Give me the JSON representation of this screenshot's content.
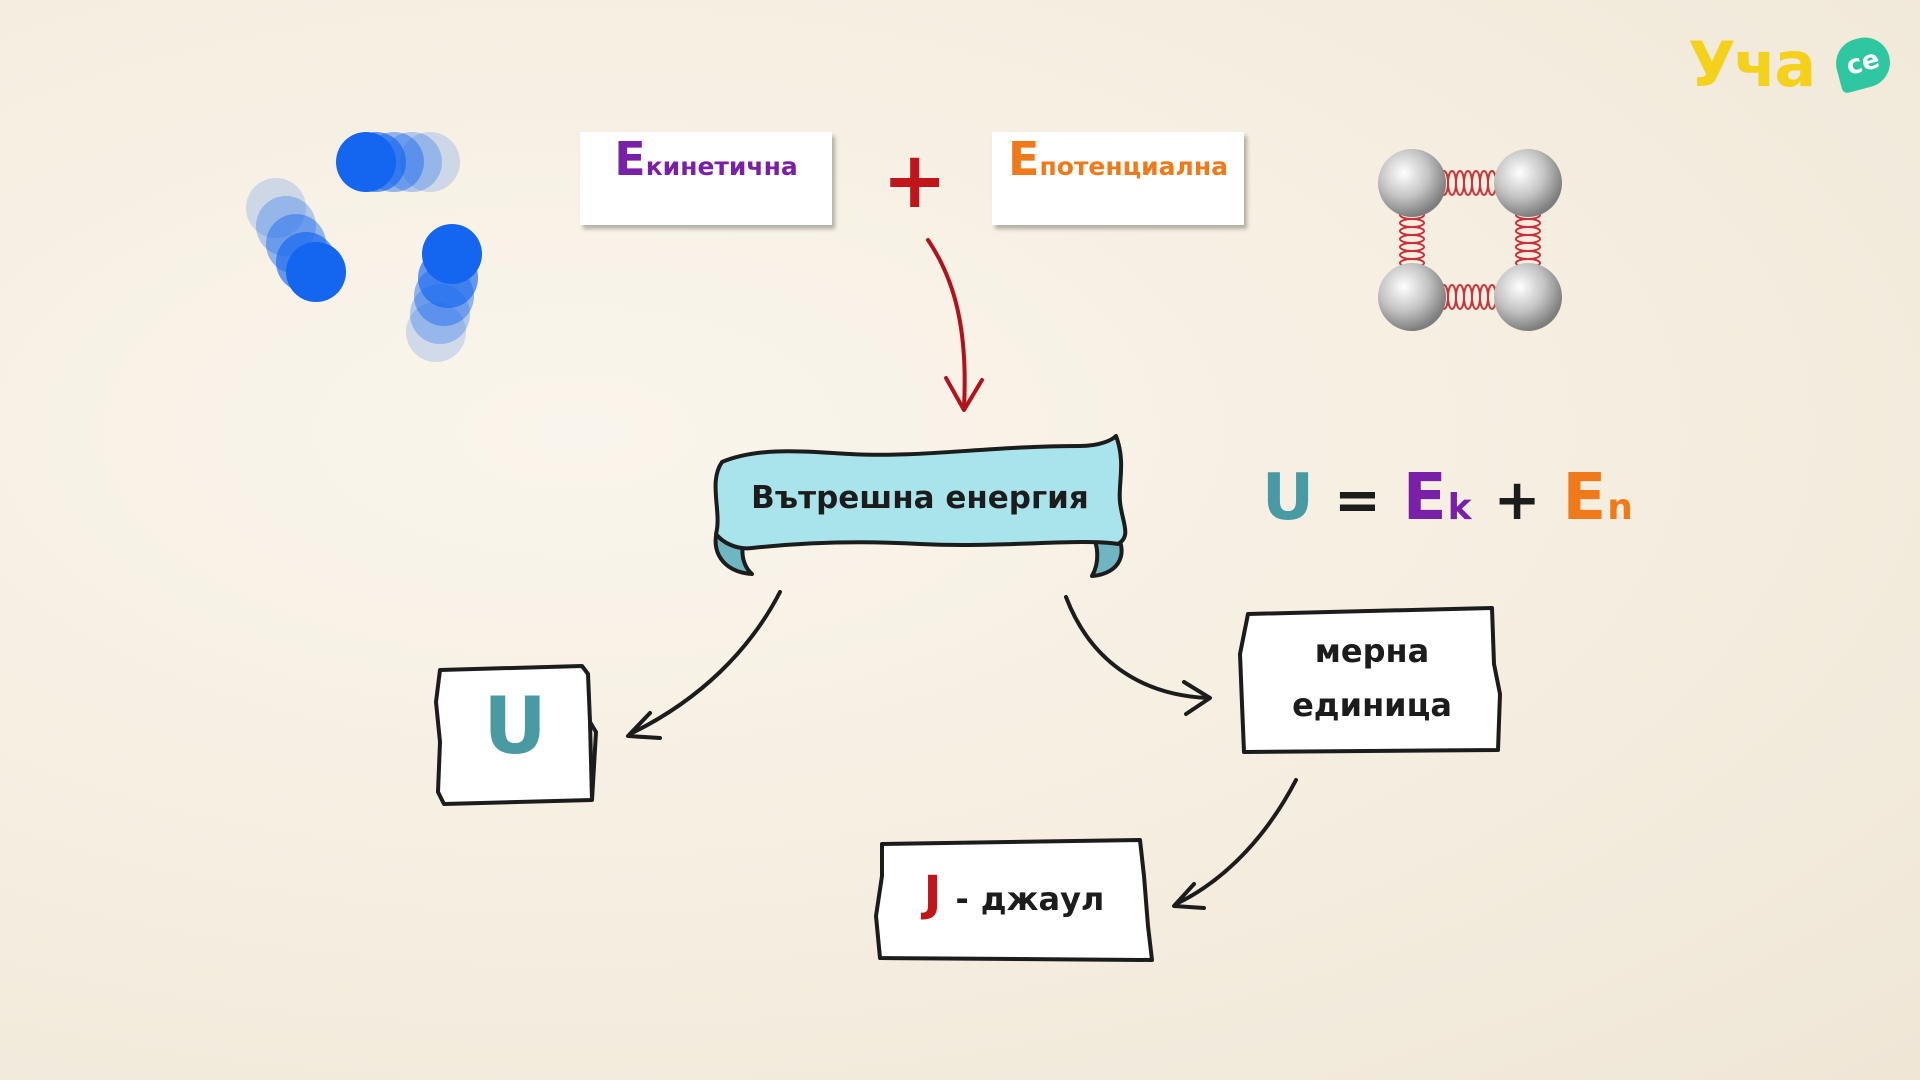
{
  "logo": {
    "text": "Уча",
    "badge": "се"
  },
  "top_cards": {
    "kinetic": {
      "letter": "E",
      "subscript": "кинетична",
      "color": "#7a1fa8"
    },
    "plus": "+",
    "potential": {
      "letter": "E",
      "subscript": "потенциална",
      "color": "#f07a1a"
    }
  },
  "banner": {
    "label": "Вътрешна енергия",
    "fill": "#a9e4ec"
  },
  "formula": {
    "U": "U",
    "eq": "=",
    "Ek": "E",
    "k": "k",
    "plus": "+",
    "En": "E",
    "n": "n",
    "colors": {
      "U": "#4a9aa4",
      "Ek": "#7a1fa8",
      "En": "#f07a1a"
    }
  },
  "symbol_card": {
    "text": "U",
    "color": "#4a9aa4"
  },
  "unit_card": {
    "line1": "мерна",
    "line2": "единица"
  },
  "joule_card": {
    "symbol": "J",
    "dash": "-",
    "name": "джаул",
    "symbol_color": "#c0161b"
  },
  "colors": {
    "arrow_red": "#b3121a",
    "molecule_blue": "#1466f0",
    "background": "#f6f0e4"
  }
}
